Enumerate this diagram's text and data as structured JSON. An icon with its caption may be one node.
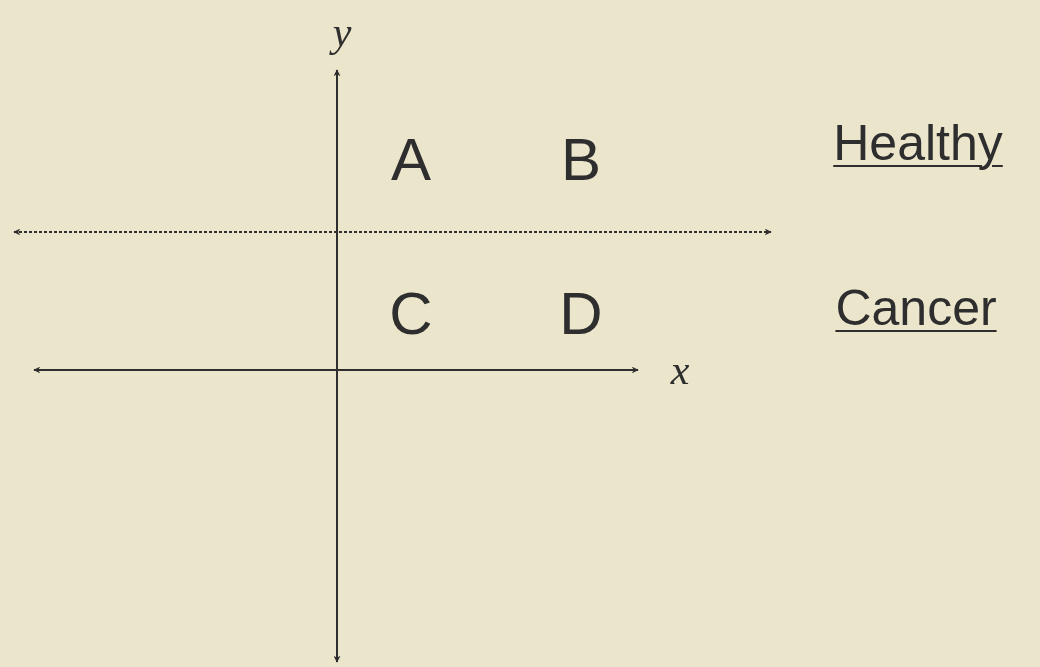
{
  "diagram": {
    "labels": [
      "y",
      "A",
      "B",
      "Healthy",
      "C",
      "D",
      "Cancer",
      "x"
    ]
  }
}
